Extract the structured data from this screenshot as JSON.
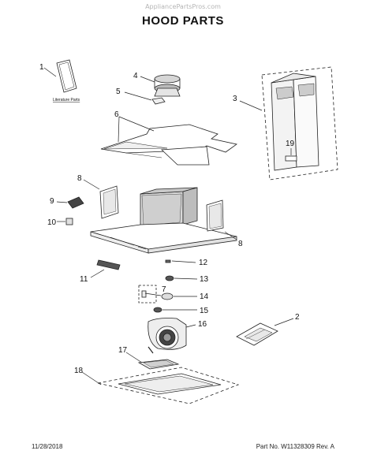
{
  "watermark": "AppliancePartsPros.com",
  "title": "HOOD PARTS",
  "literature_label": "Literature Parts",
  "footer": {
    "date": "11/28/2018",
    "part_info": "Part No. W11328309  Rev. A"
  },
  "callouts": {
    "c1": "1",
    "c2": "2",
    "c3": "3",
    "c4": "4",
    "c5": "5",
    "c6": "6",
    "c7": "7",
    "c8a": "8",
    "c8b": "8",
    "c9": "9",
    "c10": "10",
    "c11": "11",
    "c12": "12",
    "c13": "13",
    "c14": "14",
    "c15": "15",
    "c16": "16",
    "c17": "17",
    "c18": "18",
    "c19": "19"
  }
}
